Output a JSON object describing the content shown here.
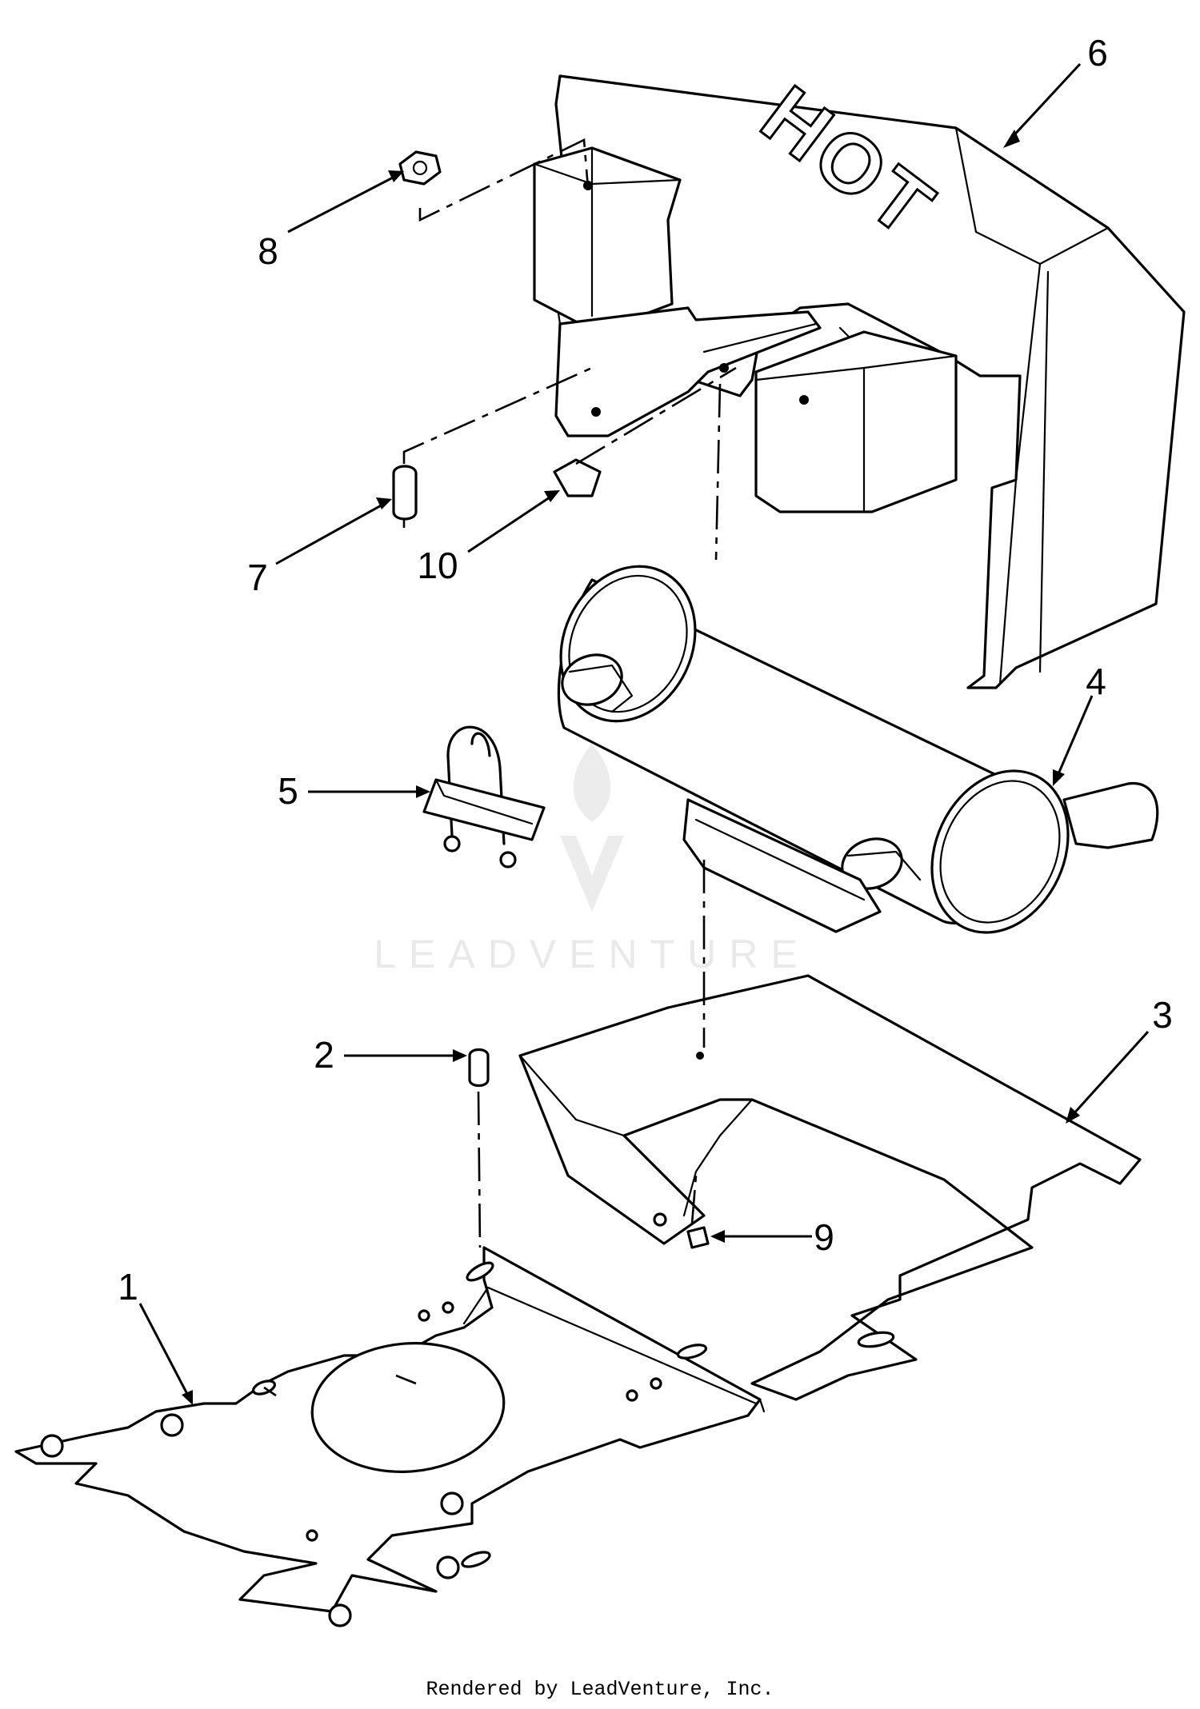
{
  "diagram": {
    "part_labels": [
      "1",
      "2",
      "3",
      "4",
      "5",
      "6",
      "7",
      "8",
      "9",
      "10"
    ],
    "cover_stamp": "HOT",
    "watermark": "LEADVENTURE"
  },
  "footer": {
    "credit": "Rendered by LeadVenture, Inc."
  }
}
